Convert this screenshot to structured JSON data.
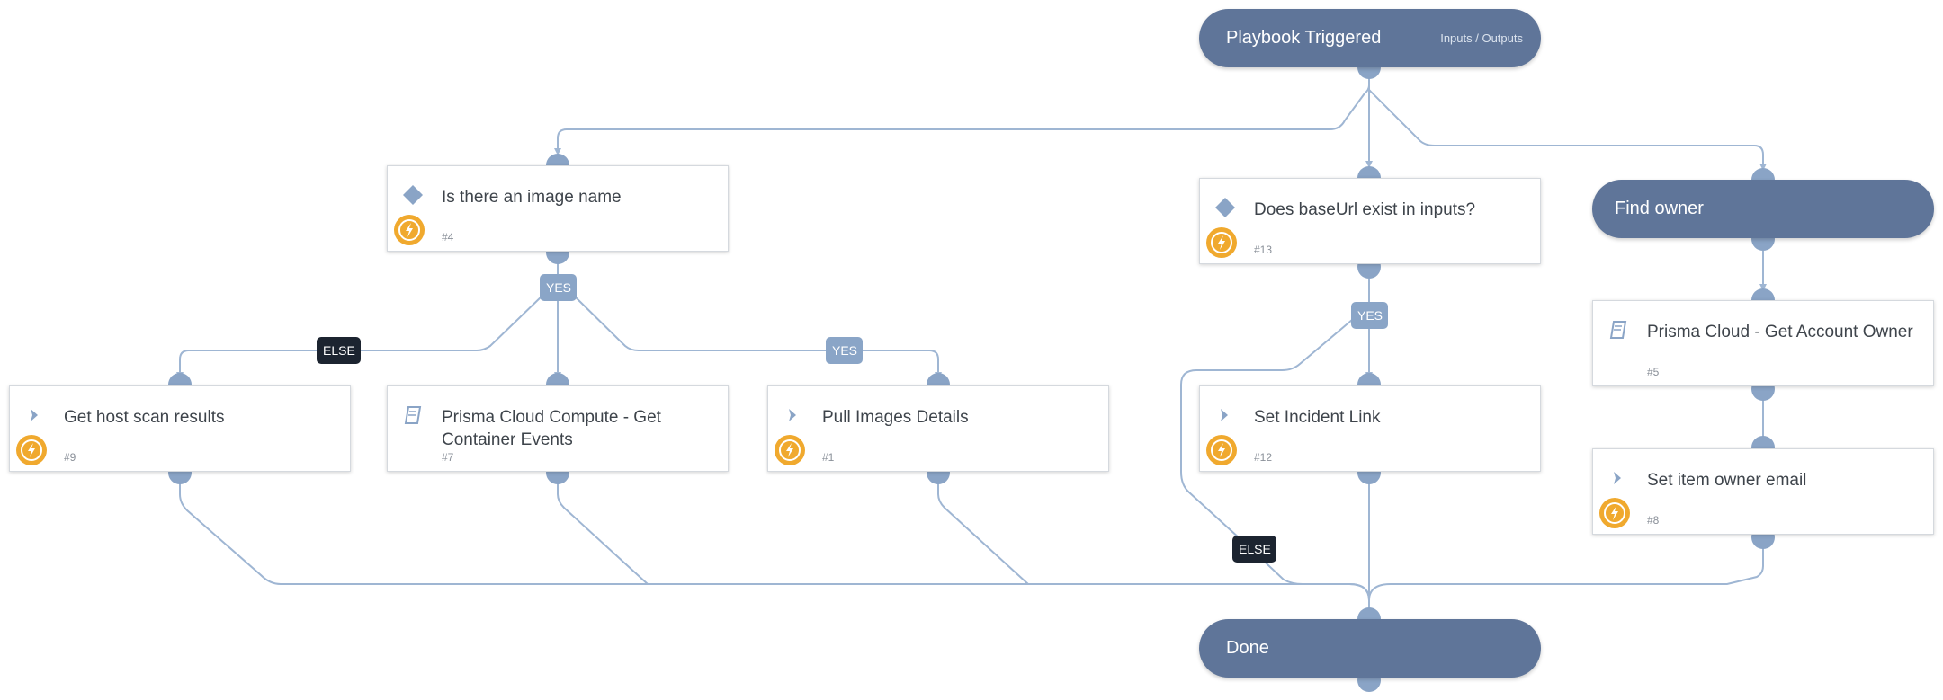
{
  "start": {
    "title": "Playbook Triggered",
    "io_link": "Inputs / Outputs"
  },
  "end": {
    "title": "Done"
  },
  "sections": [
    {
      "title": "Find owner"
    }
  ],
  "tasks": [
    {
      "title": "Is there an image name",
      "number": "#4",
      "type": "condition",
      "automated": true
    },
    {
      "title": "Does baseUrl exist in inputs?",
      "number": "#13",
      "type": "condition",
      "automated": true
    },
    {
      "title": "Get host scan results",
      "number": "#9",
      "type": "command",
      "automated": true
    },
    {
      "title": "Prisma Cloud Compute - Get Container Events",
      "number": "#7",
      "type": "playbook",
      "automated": false
    },
    {
      "title": "Pull Images Details",
      "number": "#1",
      "type": "command",
      "automated": true
    },
    {
      "title": "Set Incident Link",
      "number": "#12",
      "type": "command",
      "automated": true
    },
    {
      "title": "Prisma Cloud - Get Account Owner",
      "number": "#5",
      "type": "playbook",
      "automated": false
    },
    {
      "title": "Set item owner email",
      "number": "#8",
      "type": "command",
      "automated": true
    }
  ],
  "labels": {
    "yes": "YES",
    "else": "ELSE"
  },
  "colors": {
    "pill": "#5f7599",
    "edge": "#9fb6d3",
    "dot": "#8aa4c6",
    "automation": "#f0a92e",
    "yes": "#8aa5c7",
    "else": "#1c2430"
  }
}
